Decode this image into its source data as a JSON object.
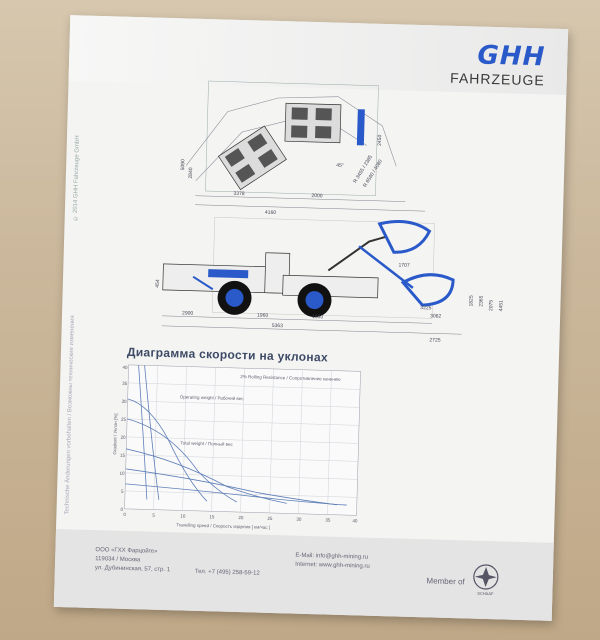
{
  "brand": {
    "logo_text": "GHH",
    "subtitle": "FAHRZEUGE",
    "accent": "#2a59c9"
  },
  "diagram": {
    "title": "Диаграмма скорости на уклонах",
    "rolling_label": "2% Rolling Resistance / Сопротивление качению",
    "operating_weight_label": "Operating weight / Рабочий вес",
    "total_weight_label": "Total weight / Полный вес",
    "x_axis_label": "Travelling speed / Скорость изделия [ км/час ]",
    "y_axis_label": "Gradient / Уклон [%]",
    "x_ticks": [
      "0",
      "5",
      "10",
      "15",
      "20",
      "25",
      "30",
      "35",
      "40"
    ],
    "y_ticks": [
      "0",
      "5",
      "10",
      "15",
      "20",
      "25",
      "30",
      "35",
      "40"
    ]
  },
  "top_view_dims": [
    "3378",
    "2000",
    "4160",
    "5090",
    "2450",
    "2840",
    "45°",
    "R 3455 / 2385",
    "R 6560 / 4080"
  ],
  "side_view_dims": [
    "2900",
    "1960",
    "1680",
    "5363",
    "3225",
    "3062",
    "2725",
    "1825",
    "2365",
    "2075",
    "4451",
    "1707",
    "454"
  ],
  "footer": {
    "company": "ООО «ГХХ Фарцойге»",
    "address_line1": "119034 / Москва",
    "address_line2": "ул. Дубининская, 57, стр. 1",
    "phone": "Тел. +7 (495) 258-59-12",
    "email": "E-Mail: info@ghh-mining.ru",
    "web": "Internet: www.ghh-mining.ru",
    "member_of": "Member of",
    "member_logo_caption": "SCHAAF"
  },
  "side_notes": [
    "© 2014 GHH Fahrzeuge GmbH",
    "Technische Änderungen vorbehalten / Возможны технические изменения"
  ]
}
